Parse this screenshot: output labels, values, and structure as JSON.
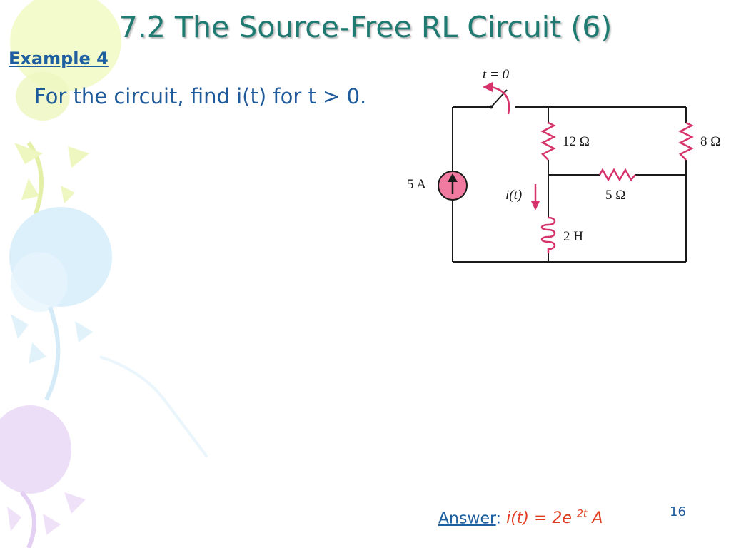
{
  "slide": {
    "title": "7.2 The Source-Free RL Circuit (6)",
    "example_label": "Example 4",
    "prompt": "For the circuit, find i(t) for t > 0.",
    "page_number": "16"
  },
  "answer": {
    "label": "Answer",
    "colon": ":",
    "expr_lhs": "i(t) = 2e",
    "expr_exp": "–2t",
    "expr_unit": " A"
  },
  "circuit": {
    "switch_label": "t = 0",
    "source_label": "5 A",
    "r1_label": "12 Ω",
    "r2_label": "8 Ω",
    "r3_label": "5 Ω",
    "current_label": "i(t)",
    "inductor_label": "2 H"
  },
  "colors": {
    "title": "#1f7a72",
    "accent_blue": "#1e5fa0",
    "answer_red": "#e03b1e",
    "component_pink": "#d6336c"
  }
}
